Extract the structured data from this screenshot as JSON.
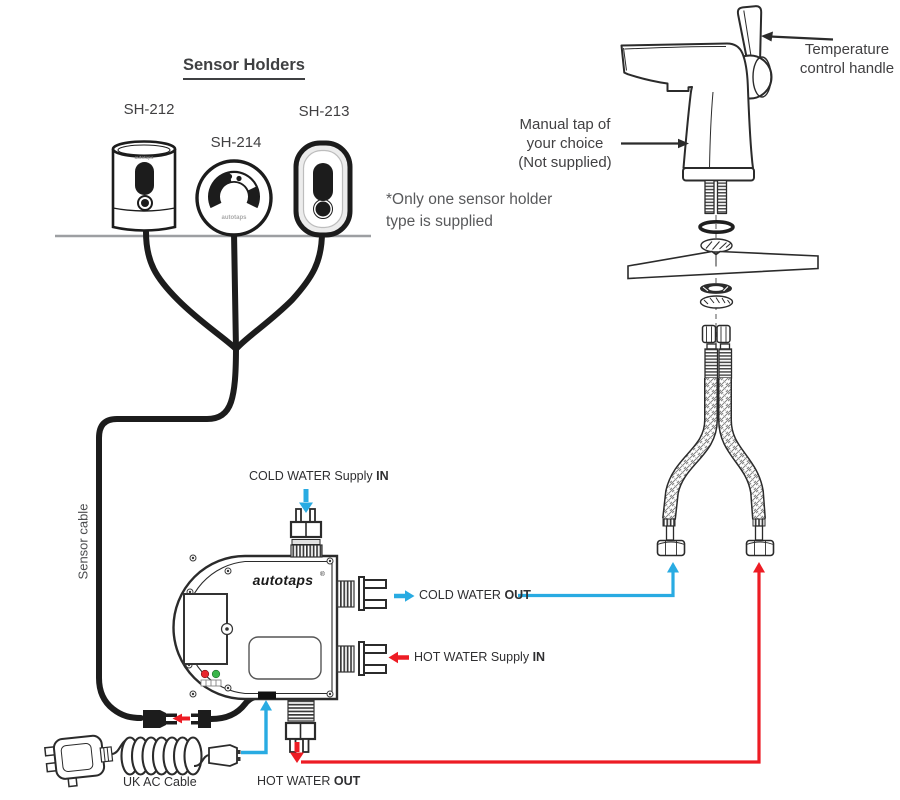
{
  "brand": {
    "name": "autotaps",
    "mark": "®"
  },
  "sensor_holders": {
    "title": "Sensor Holders",
    "model_left": "SH-212",
    "model_center": "SH-214",
    "model_right": "SH-213",
    "note_line1": "*Only one sensor holder",
    "note_line2": "type is supplied"
  },
  "tap": {
    "temperature_label_line1": "Temperature",
    "temperature_label_line2": "control handle",
    "manual_tap_line1": "Manual tap of",
    "manual_tap_line2": "your choice",
    "manual_tap_line3": "(Not supplied)"
  },
  "connections": {
    "sensor_cable": "Sensor cable",
    "cold_supply_in_text": "COLD WATER Supply",
    "cold_supply_in_bold": "IN",
    "cold_out_text": "COLD WATER",
    "cold_out_bold": "OUT",
    "hot_supply_in_text": "HOT WATER Supply",
    "hot_supply_in_bold": "IN",
    "hot_out_text": "HOT WATER",
    "hot_out_bold": "OUT",
    "uk_ac_cable": "UK AC Cable"
  },
  "colors": {
    "cold": "#29abe2",
    "hot": "#ed1c24",
    "ink": "#231f20",
    "label_text": "#414042",
    "note_text": "#58595b",
    "led_red": "#e8262d",
    "led_green": "#3ab54a",
    "surface_line": "#9d9fa2"
  }
}
